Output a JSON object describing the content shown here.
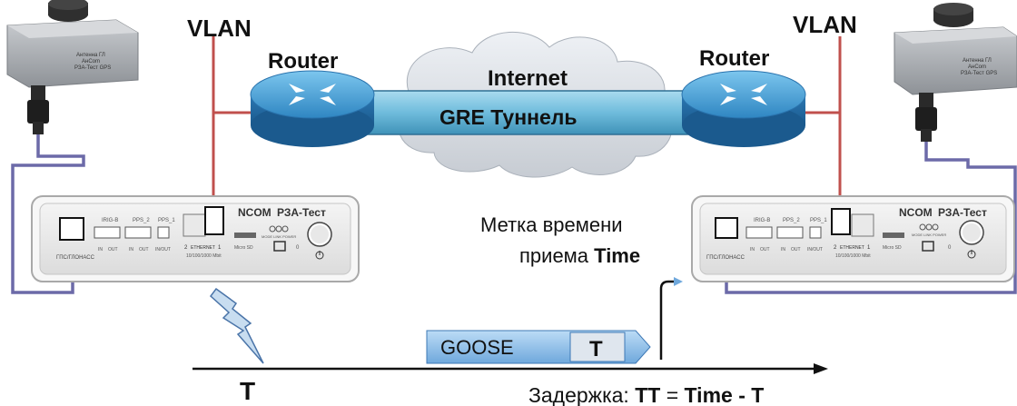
{
  "labels": {
    "vlan_left": "VLAN",
    "vlan_right": "VLAN",
    "router_left": "Router",
    "router_right": "Router",
    "internet": "Internet",
    "tunnel": "GRE Туннель",
    "timestamp_line1": "Метка времени",
    "timestamp_line2_prefix": "приема ",
    "timestamp_line2_bold": "Time",
    "goose": "GOOSE",
    "goose_t": "T",
    "timeline_t": "T",
    "delay_prefix": "Задержка: ",
    "delay_tt": "TT",
    "delay_eq": " = ",
    "delay_formula": "Time - T"
  },
  "device": {
    "brand_prefix": "NCOM",
    "brand_model": "РЗА-Тест",
    "ports": {
      "irig": "IRIG-B",
      "pps2": "PPS_2",
      "pps1": "PPS_1",
      "in": "IN",
      "out": "OUT",
      "inout": "IN/OUT",
      "eth_2": "2",
      "eth_label": "ETHERNET",
      "eth_1": "1",
      "eth_speed": "10/100/1000 Mbit",
      "microsd": "Micro SD",
      "leds": "MODE LINK POWER",
      "zero": "0",
      "gnss": "ГПС/ГЛОНАСС"
    }
  },
  "antenna": {
    "line1": "Антенна ГЛ",
    "line2": "АнCom",
    "line3": "РЗА-Тест GPS"
  },
  "colors": {
    "red_link": "#c0504d",
    "purple_cable": "#6c6aa8",
    "router_body": "#4a9fd0",
    "tunnel": "#7fc4e0",
    "goose_fill": "#8fc1e8"
  }
}
